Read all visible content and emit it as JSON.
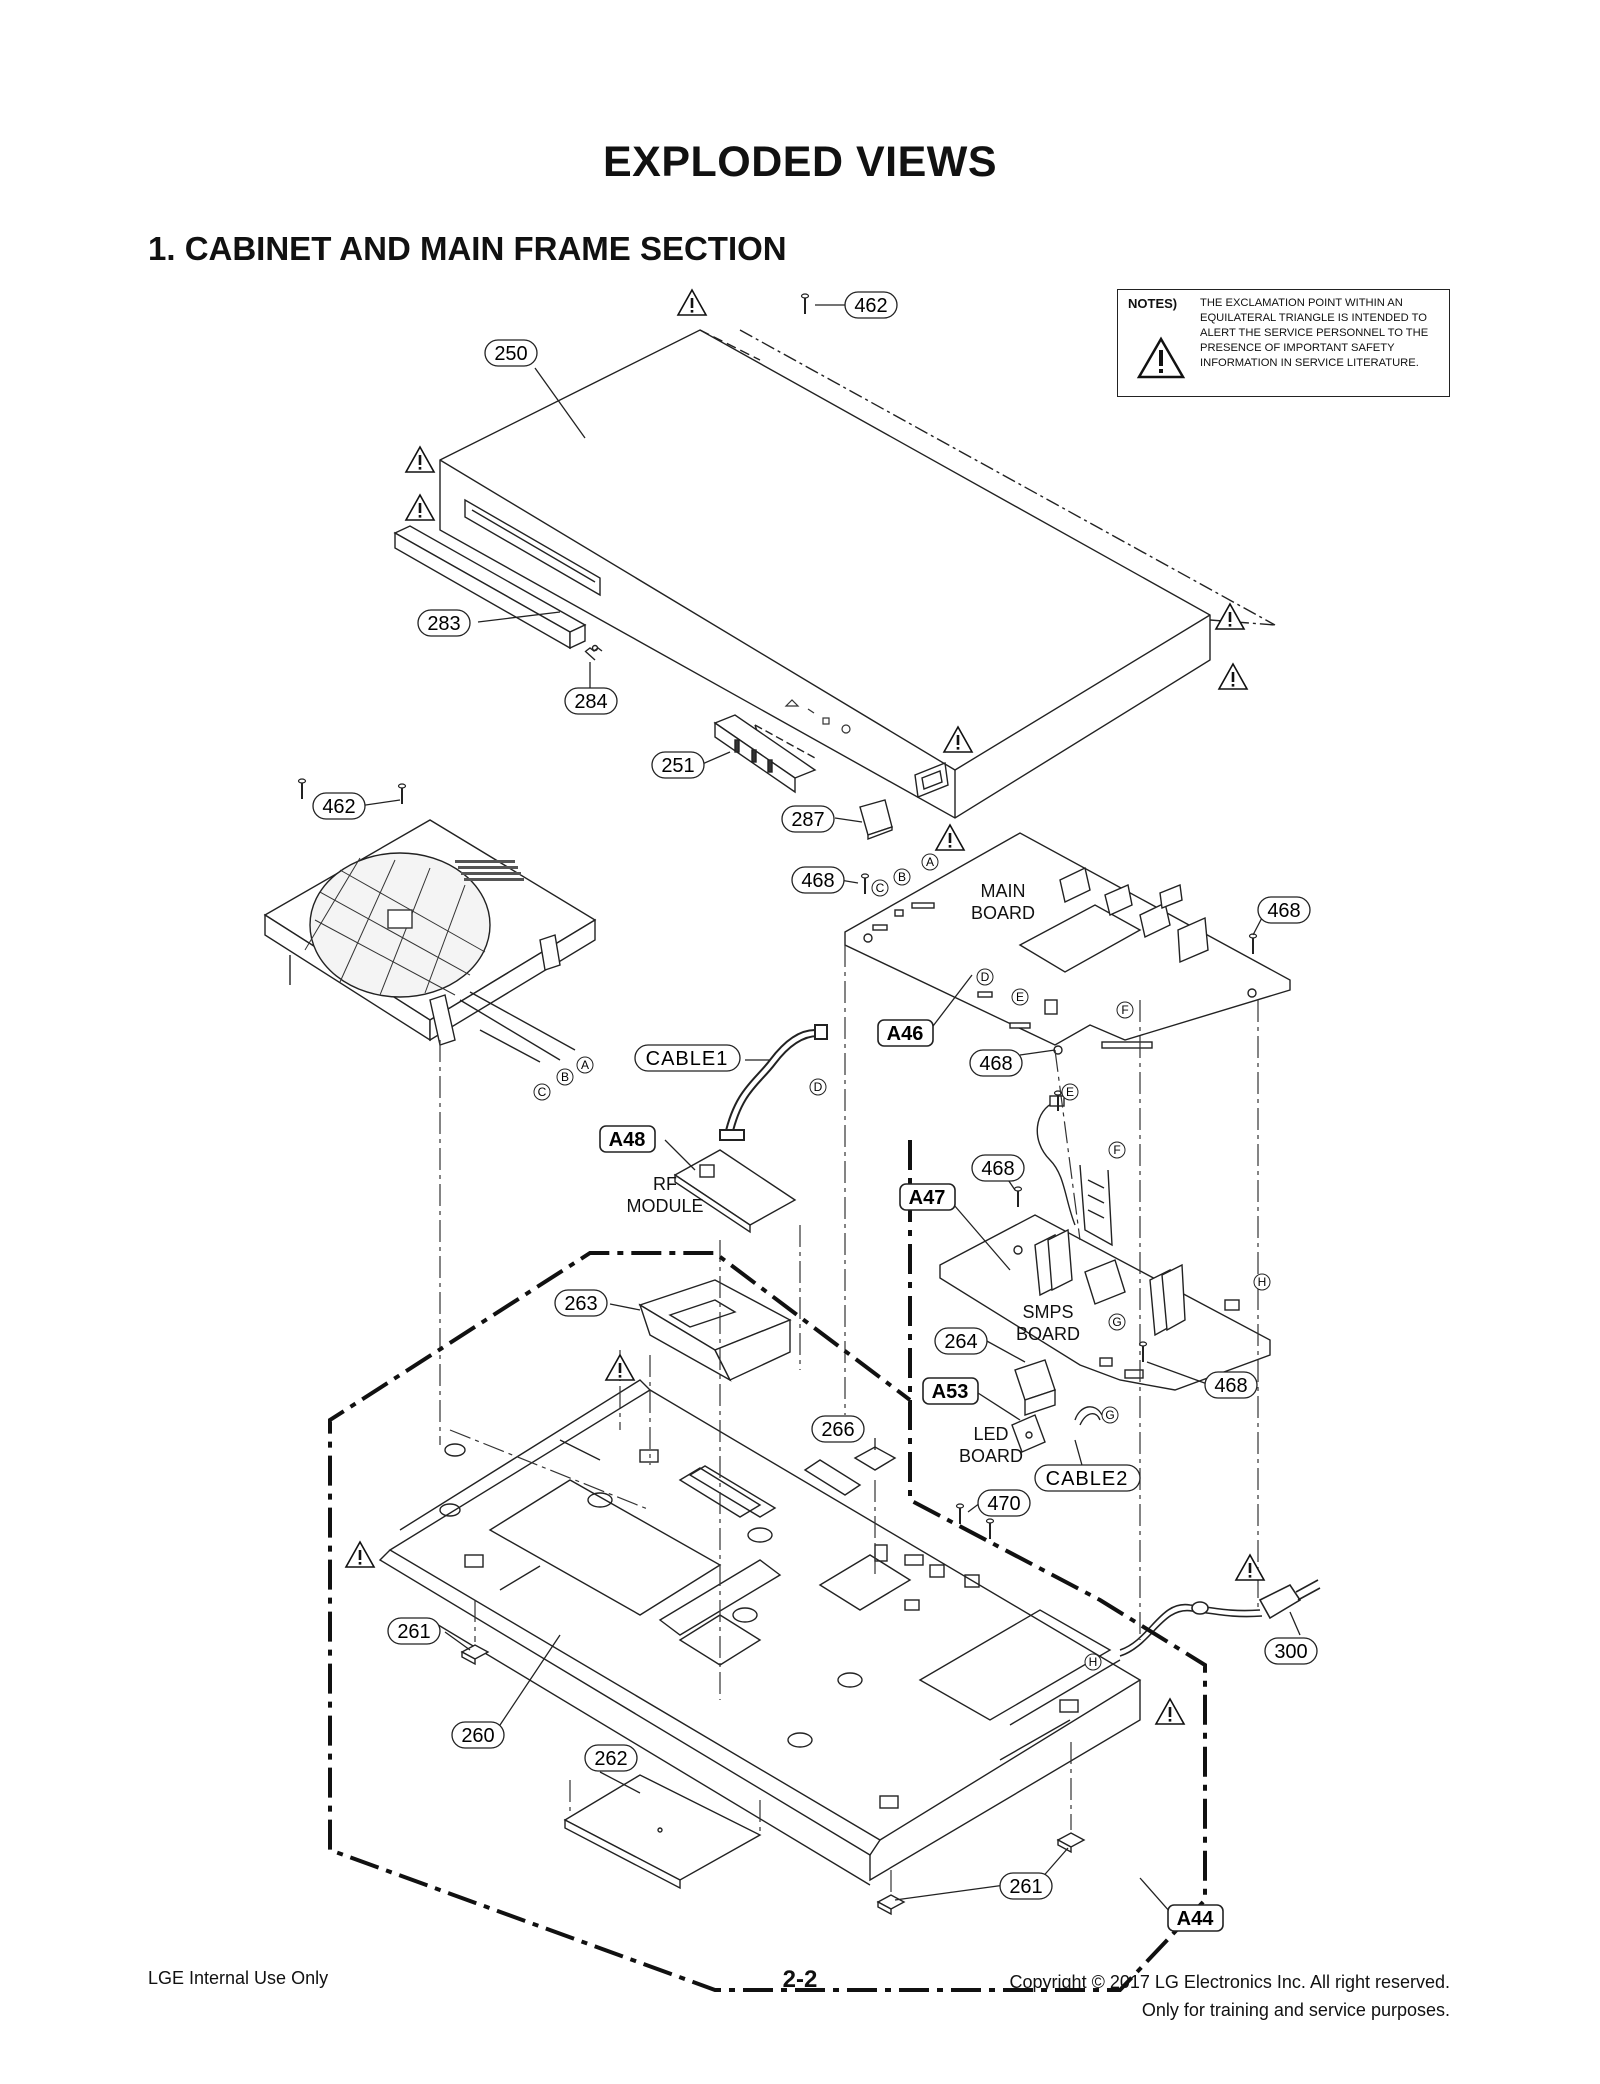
{
  "page": {
    "title": "EXPLODED VIEWS",
    "section_title": "1. CABINET AND MAIN FRAME SECTION"
  },
  "notes": {
    "title": "NOTES)",
    "text": "THE EXCLAMATION POINT WITHIN AN EQUILATERAL TRIANGLE IS INTENDED TO ALERT THE SERVICE PERSONNEL TO THE PRESENCE OF IMPORTANT SAFETY INFORMATION IN SERVICE LITERATURE."
  },
  "part_labels": {
    "p250": "250",
    "p462a": "462",
    "p283": "283",
    "p284": "284",
    "p251": "251",
    "p287": "287",
    "p462b": "462",
    "p468a": "468",
    "p468b": "468",
    "p468c": "468",
    "p468d": "468",
    "p468e": "468",
    "pA46": "A46",
    "pCABLE1": "CABLE1",
    "pA48": "A48",
    "pA47": "A47",
    "p263": "263",
    "p264": "264",
    "pA53": "A53",
    "p266": "266",
    "pCABLE2": "CABLE2",
    "p470": "470",
    "p300": "300",
    "p261a": "261",
    "p261b": "261",
    "p260": "260",
    "p262": "262",
    "pA44": "A44"
  },
  "board_labels": {
    "main_board": [
      "MAIN",
      "BOARD"
    ],
    "rf_module": [
      "RF",
      "MODULE"
    ],
    "smps_board": [
      "SMPS",
      "BOARD"
    ],
    "led_board": [
      "LED",
      "BOARD"
    ]
  },
  "connector_letters": {
    "a1": "A",
    "b1": "B",
    "c1": "C",
    "a2": "A",
    "b2": "B",
    "c2": "C",
    "d1": "D",
    "e1": "E",
    "f1": "F",
    "d2": "D",
    "e2": "E",
    "f2": "F",
    "g1": "G",
    "g2": "G",
    "h1": "H",
    "h2": "H"
  },
  "footer": {
    "left": "LGE Internal Use Only",
    "page_number": "2-2",
    "copyright": "Copyright © 2017 LG Electronics Inc. All right reserved.",
    "usage": "Only for training and service purposes."
  }
}
